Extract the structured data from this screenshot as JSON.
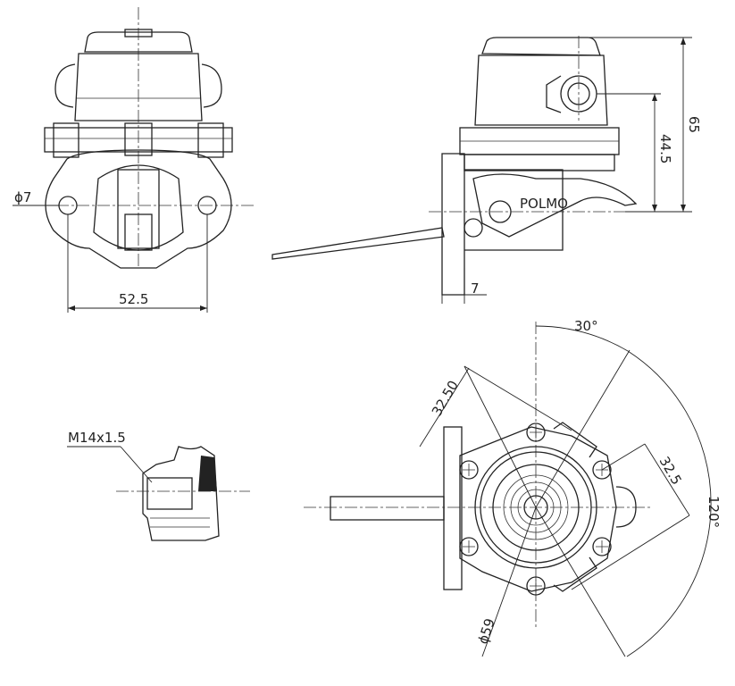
{
  "drawing": {
    "front_view": {
      "hole_diameter": "ϕ7",
      "hole_spacing": "52.5"
    },
    "side_view": {
      "brand": "POLMO",
      "total_height": "65",
      "outlet_height": "44.5",
      "flange_thickness": "7"
    },
    "thread_detail": {
      "thread": "M14x1.5"
    },
    "bottom_view": {
      "angle_top": "30°",
      "angle_arc": "120°",
      "dim_left": "32.50",
      "dim_right": "32.5",
      "diameter": "ϕ59"
    }
  }
}
